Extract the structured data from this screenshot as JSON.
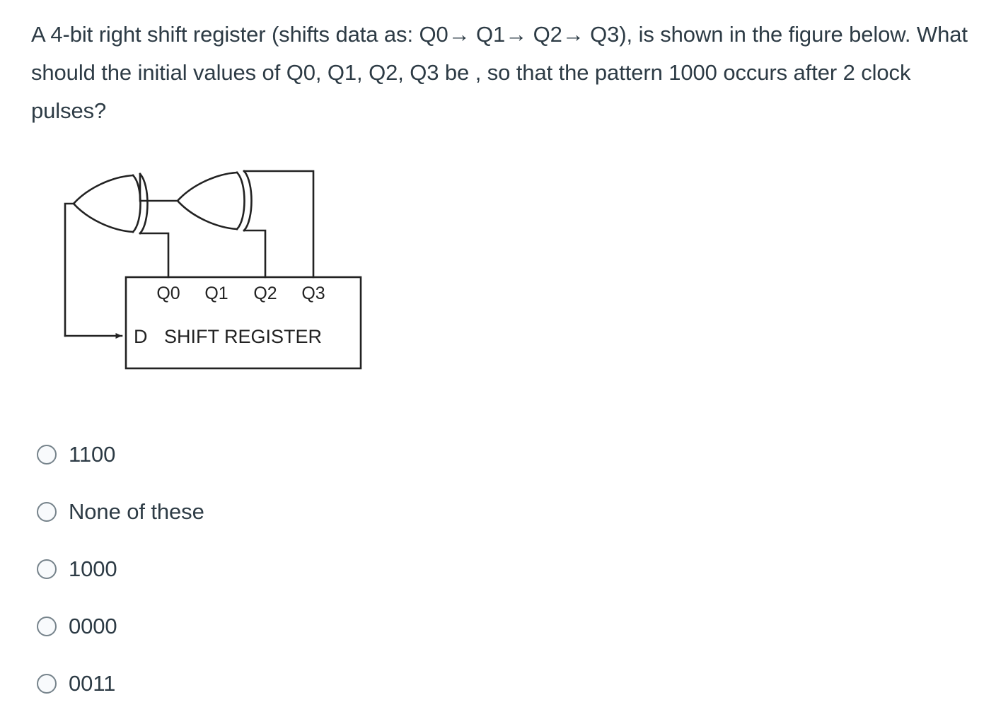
{
  "question": {
    "text": "A 4-bit right shift register (shifts data as: Q0→ Q1→ Q2→ Q3), is shown in the figure below. What should the initial values of Q0, Q1, Q2, Q3 be , so that the pattern 1000 occurs after 2 clock pulses?"
  },
  "figure": {
    "title": "shift-register-xor-feedback-circuit",
    "block_label": "SHIFT REGISTER",
    "input_label": "D",
    "output_labels": [
      "Q0",
      "Q1",
      "Q2",
      "Q3"
    ],
    "gates": [
      {
        "name": "xor-gate-1",
        "type": "XOR",
        "inputs": [
          "Q0",
          "xor-gate-2-output"
        ],
        "output": "D"
      },
      {
        "name": "xor-gate-2",
        "type": "XOR",
        "inputs": [
          "Q2",
          "Q3"
        ],
        "output": "xor-gate-1-input"
      }
    ],
    "line_color": "#222222"
  },
  "options": [
    {
      "id": "opt-1100",
      "label": "1100",
      "selected": false
    },
    {
      "id": "opt-none",
      "label": "None of these",
      "selected": false
    },
    {
      "id": "opt-1000",
      "label": "1000",
      "selected": false
    },
    {
      "id": "opt-0000",
      "label": "0000",
      "selected": false
    },
    {
      "id": "opt-0011",
      "label": "0011",
      "selected": false
    }
  ],
  "colors": {
    "text": "#2d3b45",
    "radio_border": "#76838b",
    "radio_fill": "#f8fafc",
    "background": "#ffffff"
  }
}
